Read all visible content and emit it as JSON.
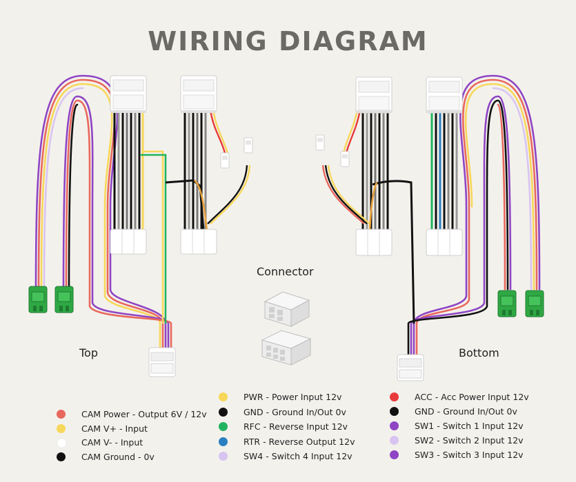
{
  "title": "WIRING DIAGRAM",
  "labels": {
    "top": "Top",
    "bottom": "Bottom",
    "connector": "Connector"
  },
  "legend": {
    "col1": [
      {
        "text": "CAM Power - Output 6V / 12v",
        "color": "#e8675c"
      },
      {
        "text": "CAM V+ - Input",
        "color": "#f7d75a"
      },
      {
        "text": "CAM V- - Input",
        "color": "#ffffff"
      },
      {
        "text": "CAM Ground - 0v",
        "color": "#111111"
      }
    ],
    "col2": [
      {
        "text": "PWR - Power Input 12v",
        "color": "#f7d75a"
      },
      {
        "text": "GND - Ground In/Out 0v",
        "color": "#111111"
      },
      {
        "text": "RFC - Reverse Input 12v",
        "color": "#22b35e"
      },
      {
        "text": "RTR - Reverse Output 12v",
        "color": "#2a7fc0"
      },
      {
        "text": "SW4 - Switch 4 Input 12v",
        "color": "#d8c4f0"
      }
    ],
    "col3": [
      {
        "text": "ACC - Acc Power Input 12v",
        "color": "#e83a3a"
      },
      {
        "text": "GND - Ground In/Out 0v",
        "color": "#111111"
      },
      {
        "text": "SW1 - Switch 1 Input 12v",
        "color": "#8e44c4"
      },
      {
        "text": "SW2 - Switch 2  Input 12v",
        "color": "#d8c4f0"
      },
      {
        "text": "SW3 - Switch 3 Input 12v",
        "color": "#8e44c4"
      }
    ]
  }
}
